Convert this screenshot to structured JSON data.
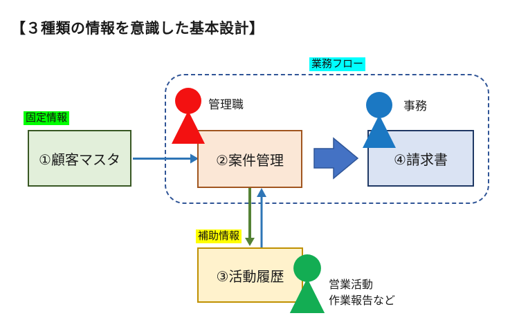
{
  "title": "【３種類の情報を意識した基本設計】",
  "diagram": {
    "workflow_label": "業務フロー",
    "fixed_info_label": "固定情報",
    "aux_info_label": "補助情報",
    "boxes": {
      "customer_master": "①顧客マスタ",
      "case_management": "②案件管理",
      "activity_history": "③活動履歴",
      "invoice": "④請求書"
    },
    "actors": {
      "manager": "管理職",
      "clerk": "事務",
      "sales_line1": "営業活動",
      "sales_line2": "作業報告など"
    }
  },
  "colors": {
    "highlight_green": "#00FF00",
    "highlight_cyan": "#00FFFF",
    "highlight_yellow": "#FFFF00",
    "box_customer_fill": "#E2EFDA",
    "box_customer_border": "#385723",
    "box_case_fill": "#FBE7D6",
    "box_case_border": "#A0551E",
    "box_invoice_fill": "#DAE3F3",
    "box_invoice_border": "#1F3864",
    "box_activity_fill": "#FFF2CC",
    "box_activity_border": "#BF9000",
    "person_red": "#F31111",
    "person_blue": "#1B78C3",
    "person_green": "#13AD53",
    "arrow_blue": "#2E75B6",
    "arrow_green": "#548235",
    "fat_arrow_fill": "#4472C4",
    "fat_arrow_stroke": "#2F5597",
    "dashed_border": "#2F5496"
  }
}
